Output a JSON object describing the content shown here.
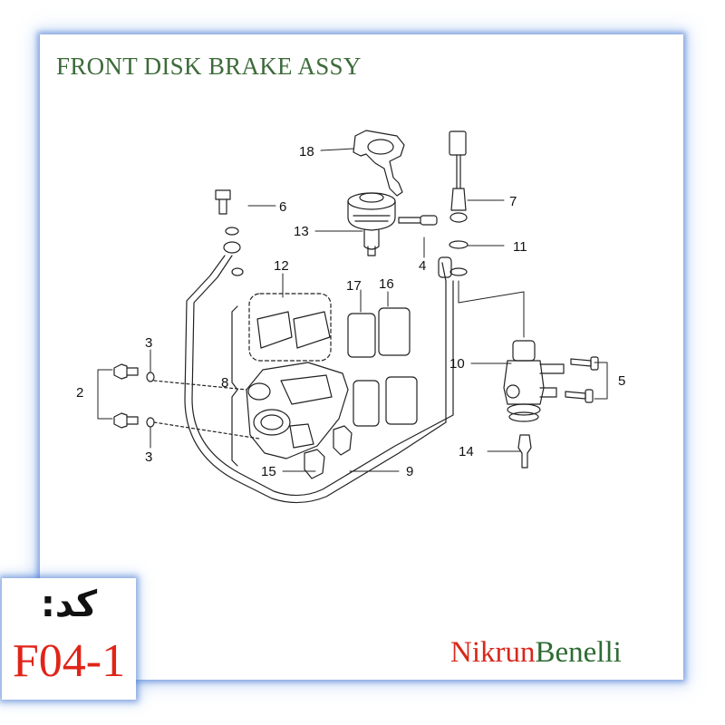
{
  "title": "FRONT DISK BRAKE ASSY",
  "callouts": [
    "18",
    "6",
    "13",
    "7",
    "11",
    "4",
    "12",
    "17",
    "16",
    "3",
    "10",
    "5",
    "2",
    "8",
    "3",
    "14",
    "15",
    "9"
  ],
  "code": {
    "label": "کد:",
    "value": "F04-1"
  },
  "brand": {
    "part1": "Nikrun",
    "part2": "Benelli"
  },
  "colors": {
    "title": "#3d6b3a",
    "code_value": "#e02418",
    "brand_red": "#d8281b",
    "brand_green": "#2e6b33",
    "frame_glow": "#3c6ec8"
  }
}
